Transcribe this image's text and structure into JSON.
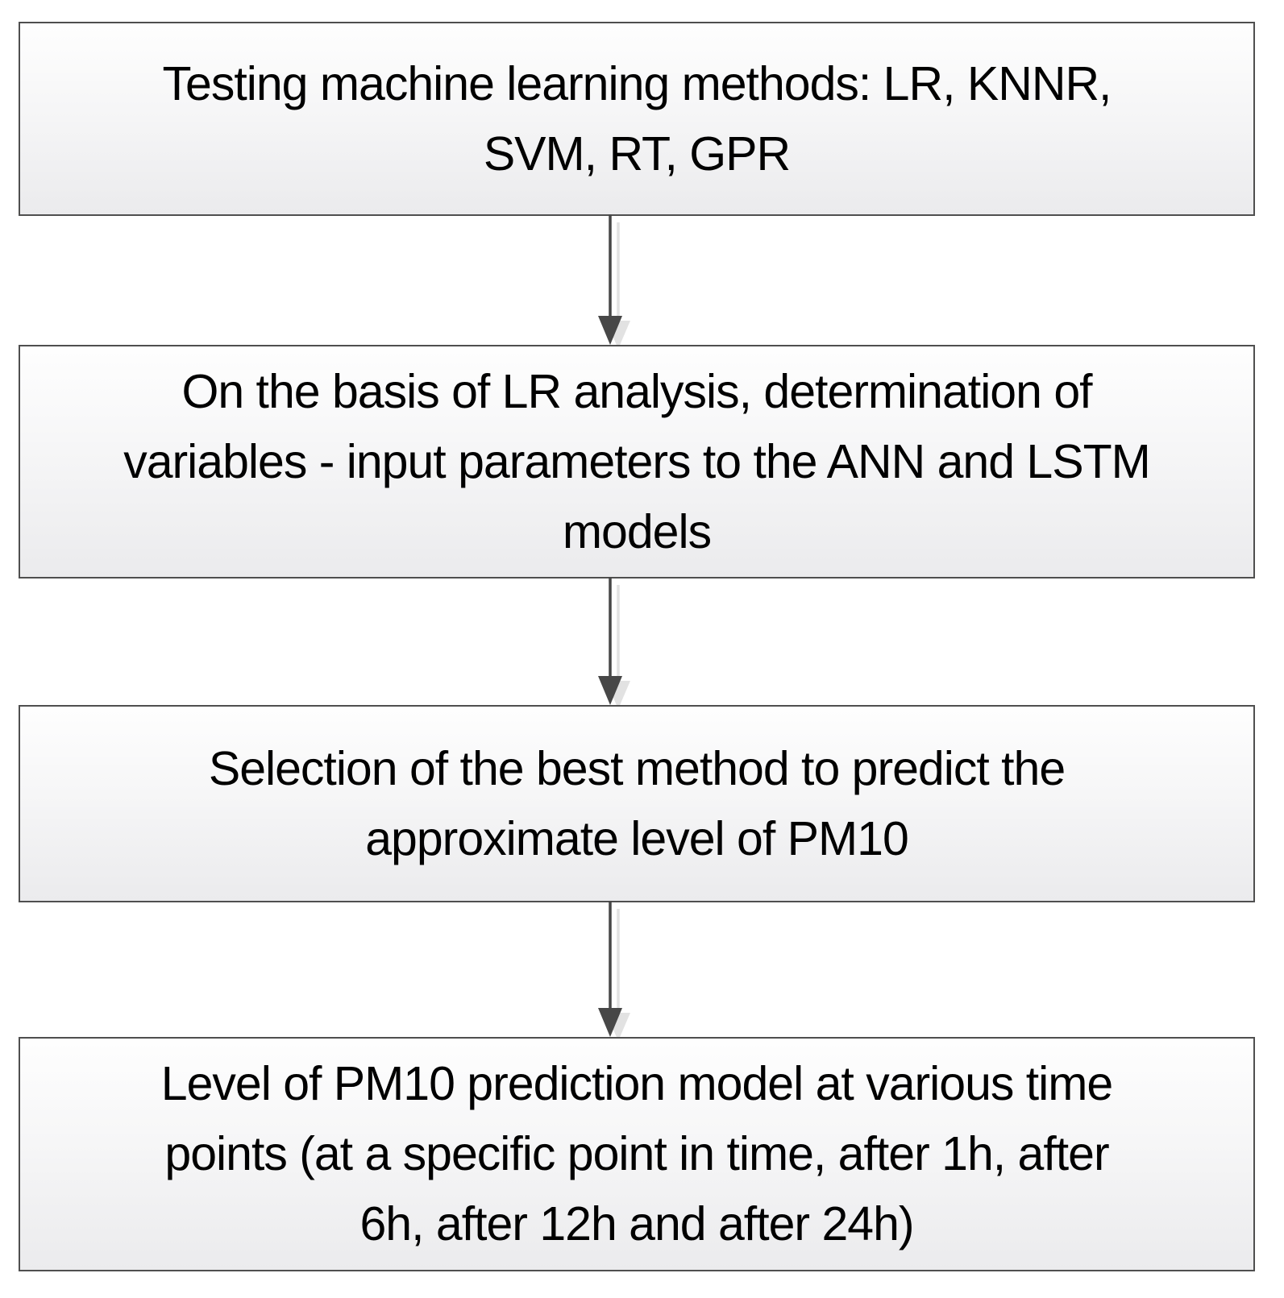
{
  "colors": {
    "canvas_bg": "#ffffff",
    "box_border": "#4f4f4f",
    "box_fill_top": "#fefefe",
    "box_fill_bottom": "#ebebed",
    "box_shadow": "#e8e8e8",
    "arrow": "#474747",
    "arrow_shadow": "#e2e2e2",
    "text": "#000000"
  },
  "flowchart": {
    "boxes": [
      {
        "id": "testing-ml-methods",
        "text": "Testing machine learning methods: LR, KNNR,\nSVM, RT, GPR"
      },
      {
        "id": "lr-variable-determination",
        "text": "On the basis of LR analysis, determination of\nvariables - input parameters to the ANN and LSTM\nmodels"
      },
      {
        "id": "best-method-selection",
        "text": "Selection of the best method to predict the\napproximate level of PM10"
      },
      {
        "id": "pm10-prediction-levels",
        "text": "Level of PM10 prediction model at various time\npoints (at a specific point in time, after 1h, after\n6h, after 12h and after 24h)"
      }
    ]
  }
}
